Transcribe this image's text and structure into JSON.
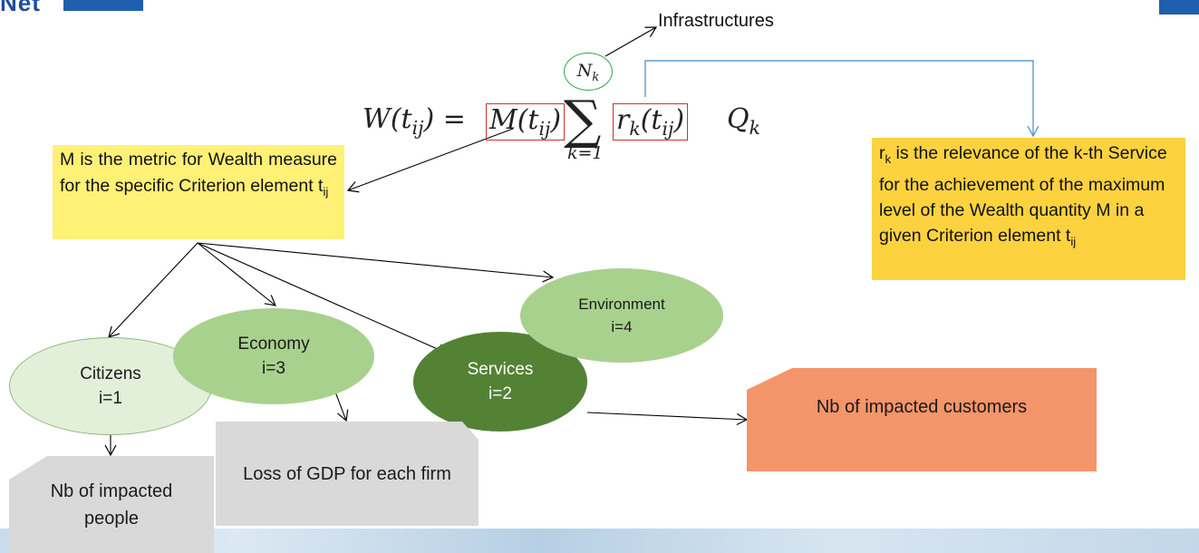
{
  "header": {
    "logo_text": "Net"
  },
  "formula": {
    "lhs": "W(t",
    "lhs_sub": "ij",
    "lhs_close": ") =",
    "m_term": "M(t",
    "m_sub": "ij",
    "m_close": ")",
    "sigma": "∑",
    "sum_lower": "k=1",
    "r_term": "r",
    "r_sub": "k",
    "r_arg": "(t",
    "r_arg_sub": "ij",
    "r_close": ")",
    "q_term": "Q",
    "q_sub": "k",
    "nk_symbol": "N",
    "nk_sub": "k"
  },
  "labels": {
    "infrastructures": "Infrastructures"
  },
  "notes": {
    "m_text_1": "M is the metric for Wealth measure for the specific Criterion element t",
    "m_sub": "ij",
    "r_prefix": "r",
    "r_prefix_sub": "k",
    "r_text": " is the relevance of the k-th Service for the achievement of the maximum level of the Wealth quantity M in a given Criterion element t",
    "r_sub": "ij"
  },
  "criteria": [
    {
      "name": "Citizens",
      "index": "i=1"
    },
    {
      "name": "Services",
      "index": "i=2"
    },
    {
      "name": "Economy",
      "index": "i=3"
    },
    {
      "name": "Environment",
      "index": "i=4"
    }
  ],
  "metrics": {
    "people": "Nb of impacted people",
    "gdp": "Loss of GDP for each firm",
    "customers": "Nb of impacted customers"
  },
  "colors": {
    "yellow_note": "#fff176",
    "orange_note": "#fdd23f",
    "services": "#548235",
    "economy": "#a9d18e",
    "citizens": "#e2f0d9",
    "customers_box": "#f4956a",
    "gray_box": "#d9d9d9",
    "connector_blue": "#5b9bd5"
  }
}
